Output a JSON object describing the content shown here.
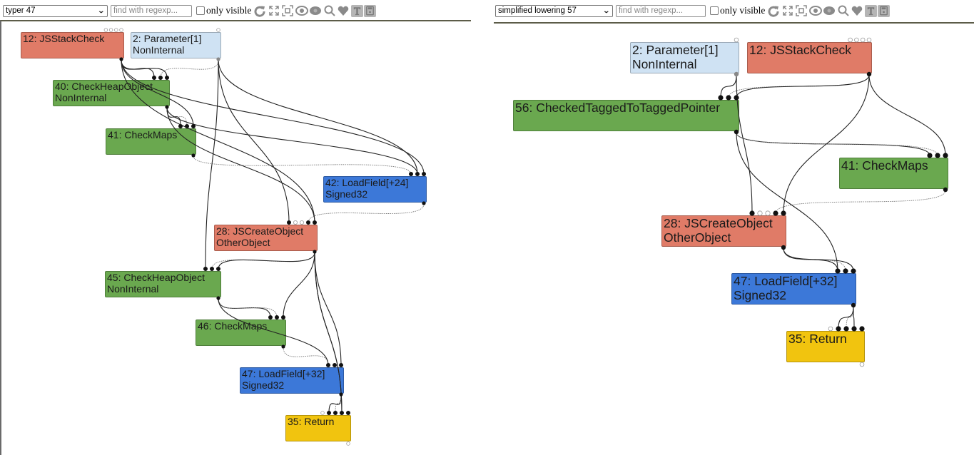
{
  "colors": {
    "js_node": "#e07b67",
    "param_node": "#cfe2f3",
    "check_node": "#6aa84f",
    "load_node": "#3c78d8",
    "return_node": "#f1c40f",
    "edge": "#222222",
    "toolbar_icon": "#8a8a8a"
  },
  "panels": [
    {
      "phase_select": {
        "value": "typer 47"
      },
      "search": {
        "placeholder": "find with regexp..."
      },
      "only_visible": {
        "label": "only visible",
        "checked": false
      },
      "toolbar_icons": [
        "refresh-icon",
        "expand-icon",
        "fit-icon",
        "show-eye-icon",
        "hide-eye-icon",
        "search-icon",
        "heart-icon",
        "text-icon",
        "save-icon"
      ],
      "nodes": [
        {
          "id": "12",
          "line1": "12: JSStackCheck",
          "line2": "",
          "kind": "js"
        },
        {
          "id": "2",
          "line1": "2: Parameter[1]",
          "line2": "NonInternal",
          "kind": "param"
        },
        {
          "id": "40",
          "line1": "40: CheckHeapObject",
          "line2": "NonInternal",
          "kind": "check"
        },
        {
          "id": "41",
          "line1": "41: CheckMaps",
          "line2": "",
          "kind": "check"
        },
        {
          "id": "42",
          "line1": "42: LoadField[+24]",
          "line2": "Signed32",
          "kind": "load"
        },
        {
          "id": "28",
          "line1": "28: JSCreateObject",
          "line2": "OtherObject",
          "kind": "js"
        },
        {
          "id": "45",
          "line1": "45: CheckHeapObject",
          "line2": "NonInternal",
          "kind": "check"
        },
        {
          "id": "46",
          "line1": "46: CheckMaps",
          "line2": "",
          "kind": "check"
        },
        {
          "id": "47",
          "line1": "47: LoadField[+32]",
          "line2": "Signed32",
          "kind": "load"
        },
        {
          "id": "35",
          "line1": "35: Return",
          "line2": "",
          "kind": "return"
        }
      ]
    },
    {
      "phase_select": {
        "value": "simplified lowering 57"
      },
      "search": {
        "placeholder": "find with regexp..."
      },
      "only_visible": {
        "label": "only visible",
        "checked": false
      },
      "toolbar_icons": [
        "refresh-icon",
        "expand-icon",
        "fit-icon",
        "show-eye-icon",
        "hide-eye-icon",
        "search-icon",
        "heart-icon",
        "text-icon",
        "save-icon"
      ],
      "nodes": [
        {
          "id": "2",
          "line1": "2: Parameter[1]",
          "line2": "NonInternal",
          "kind": "param"
        },
        {
          "id": "12",
          "line1": "12: JSStackCheck",
          "line2": "",
          "kind": "js"
        },
        {
          "id": "56",
          "line1": "56: CheckedTaggedToTaggedPointer",
          "line2": "",
          "kind": "check"
        },
        {
          "id": "41",
          "line1": "41: CheckMaps",
          "line2": "",
          "kind": "check"
        },
        {
          "id": "28",
          "line1": "28: JSCreateObject",
          "line2": "OtherObject",
          "kind": "js"
        },
        {
          "id": "47",
          "line1": "47: LoadField[+32]",
          "line2": "Signed32",
          "kind": "load"
        },
        {
          "id": "35",
          "line1": "35: Return",
          "line2": "",
          "kind": "return"
        }
      ]
    }
  ]
}
